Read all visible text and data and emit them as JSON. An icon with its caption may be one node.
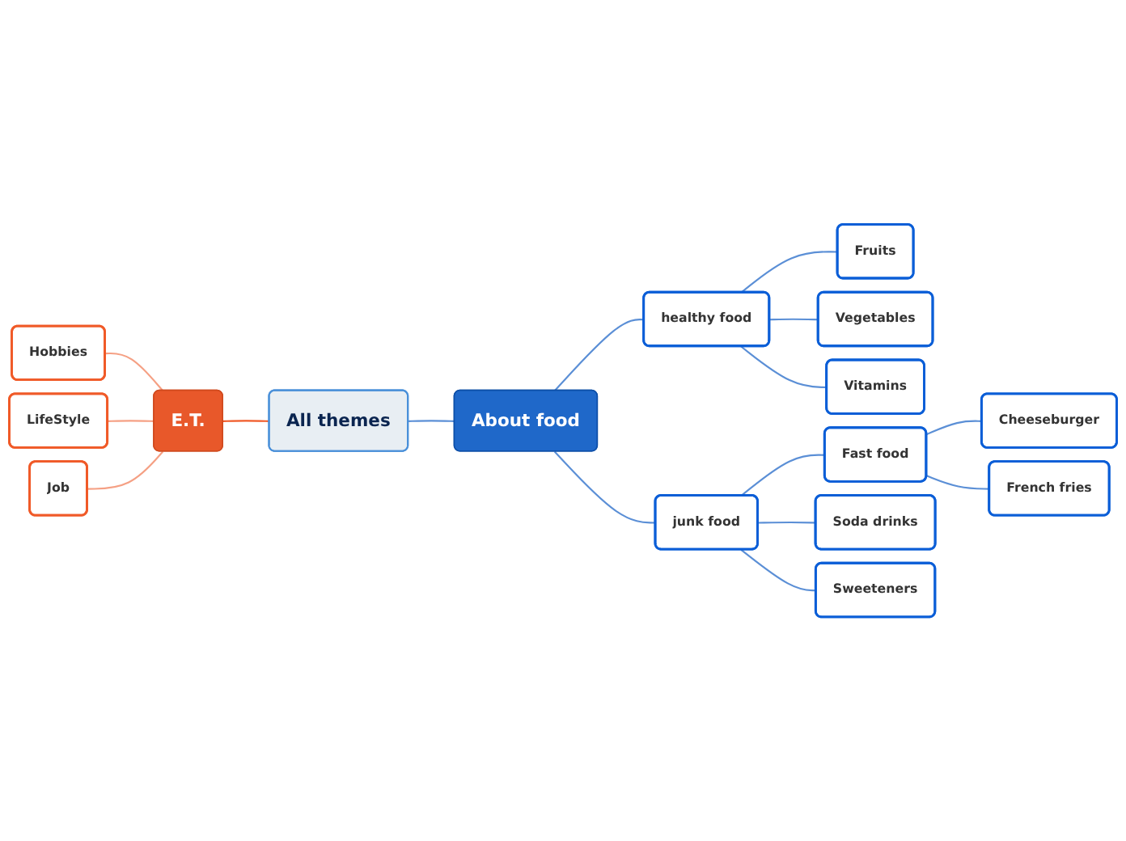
{
  "diagram": {
    "nodes": [
      {
        "text": [
          "All themes"
        ]
      },
      {
        "text": [
          "E.T."
        ]
      },
      {
        "text": [
          "Hobbies"
        ]
      },
      {
        "text": [
          "LifeStyle"
        ]
      },
      {
        "text": [
          "Job"
        ]
      },
      {
        "text": [
          "About food"
        ]
      },
      {
        "text": [
          "healthy food"
        ]
      },
      {
        "text": [
          "Fruits"
        ]
      },
      {
        "text": [
          "Vegetables"
        ]
      },
      {
        "text": [
          "Vitamins"
        ]
      },
      {
        "text": [
          "junk food"
        ]
      },
      {
        "text": [
          "Fast food"
        ]
      },
      {
        "text": [
          "Cheeseburger"
        ]
      },
      {
        "text": [
          "French fries"
        ]
      },
      {
        "text": [
          "Soda drinks"
        ]
      },
      {
        "text": [
          "Sweeteners"
        ]
      }
    ],
    "edges": [
      {
        "from": 0,
        "to": 1,
        "arrow": "none",
        "color": "#f05a28"
      },
      {
        "from": 1,
        "to": 2,
        "arrow": "none",
        "color": "#f5a084"
      },
      {
        "from": 1,
        "to": 3,
        "arrow": "none",
        "color": "#f5a084"
      },
      {
        "from": 1,
        "to": 4,
        "arrow": "none",
        "color": "#f5a084"
      },
      {
        "from": 0,
        "to": 5,
        "arrow": "none"
      },
      {
        "from": 5,
        "to": 6,
        "arrow": "none"
      },
      {
        "from": 6,
        "to": 7,
        "arrow": "none"
      },
      {
        "from": 6,
        "to": 8,
        "arrow": "none"
      },
      {
        "from": 6,
        "to": 9,
        "arrow": "none"
      },
      {
        "from": 5,
        "to": 10,
        "arrow": "none"
      },
      {
        "from": 10,
        "to": 11,
        "arrow": "none"
      },
      {
        "from": 11,
        "to": 12,
        "arrow": "none"
      },
      {
        "from": 11,
        "to": 13,
        "arrow": "none"
      },
      {
        "from": 10,
        "to": 14,
        "arrow": "none"
      },
      {
        "from": 10,
        "to": 15,
        "arrow": "none"
      }
    ]
  }
}
